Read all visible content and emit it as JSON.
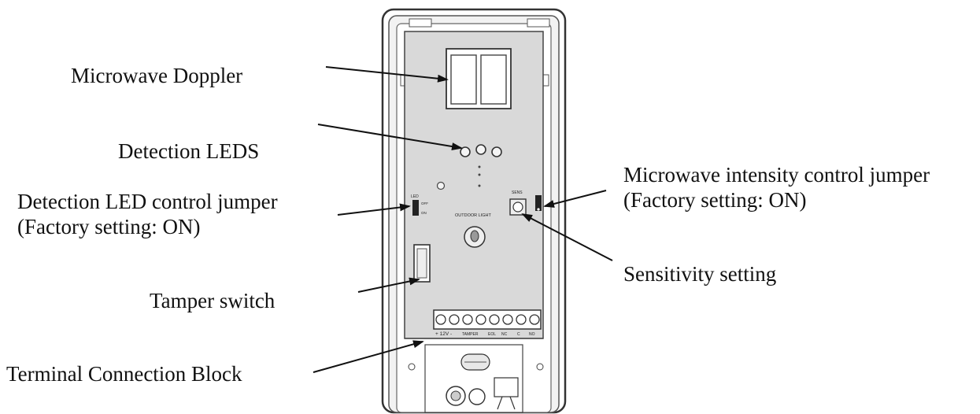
{
  "callouts": {
    "microwave_doppler": "Microwave Doppler",
    "detection_leds": "Detection LEDS",
    "led_jumper_title": "Detection LED control jumper",
    "led_jumper_factory": "(Factory setting: ON)",
    "tamper_switch": "Tamper switch",
    "terminal_block": "Terminal Connection Block",
    "mw_jumper_title": "Microwave intensity control jumper",
    "mw_jumper_factory": "(Factory setting: ON)",
    "sensitivity": "Sensitivity setting"
  },
  "board_labels": {
    "led": "LED",
    "off": "OFF",
    "on": "ON",
    "outdoor_light": "OUTDOOR LIGHT",
    "sens": "SENS",
    "terminals": [
      "+ 12V -",
      "TAMPER",
      "EOL",
      "NC",
      "C",
      "NO"
    ]
  },
  "colors": {
    "board": "#d9d9d9",
    "housing": "#ffffff",
    "outline": "#333333",
    "arrow": "#111111"
  }
}
